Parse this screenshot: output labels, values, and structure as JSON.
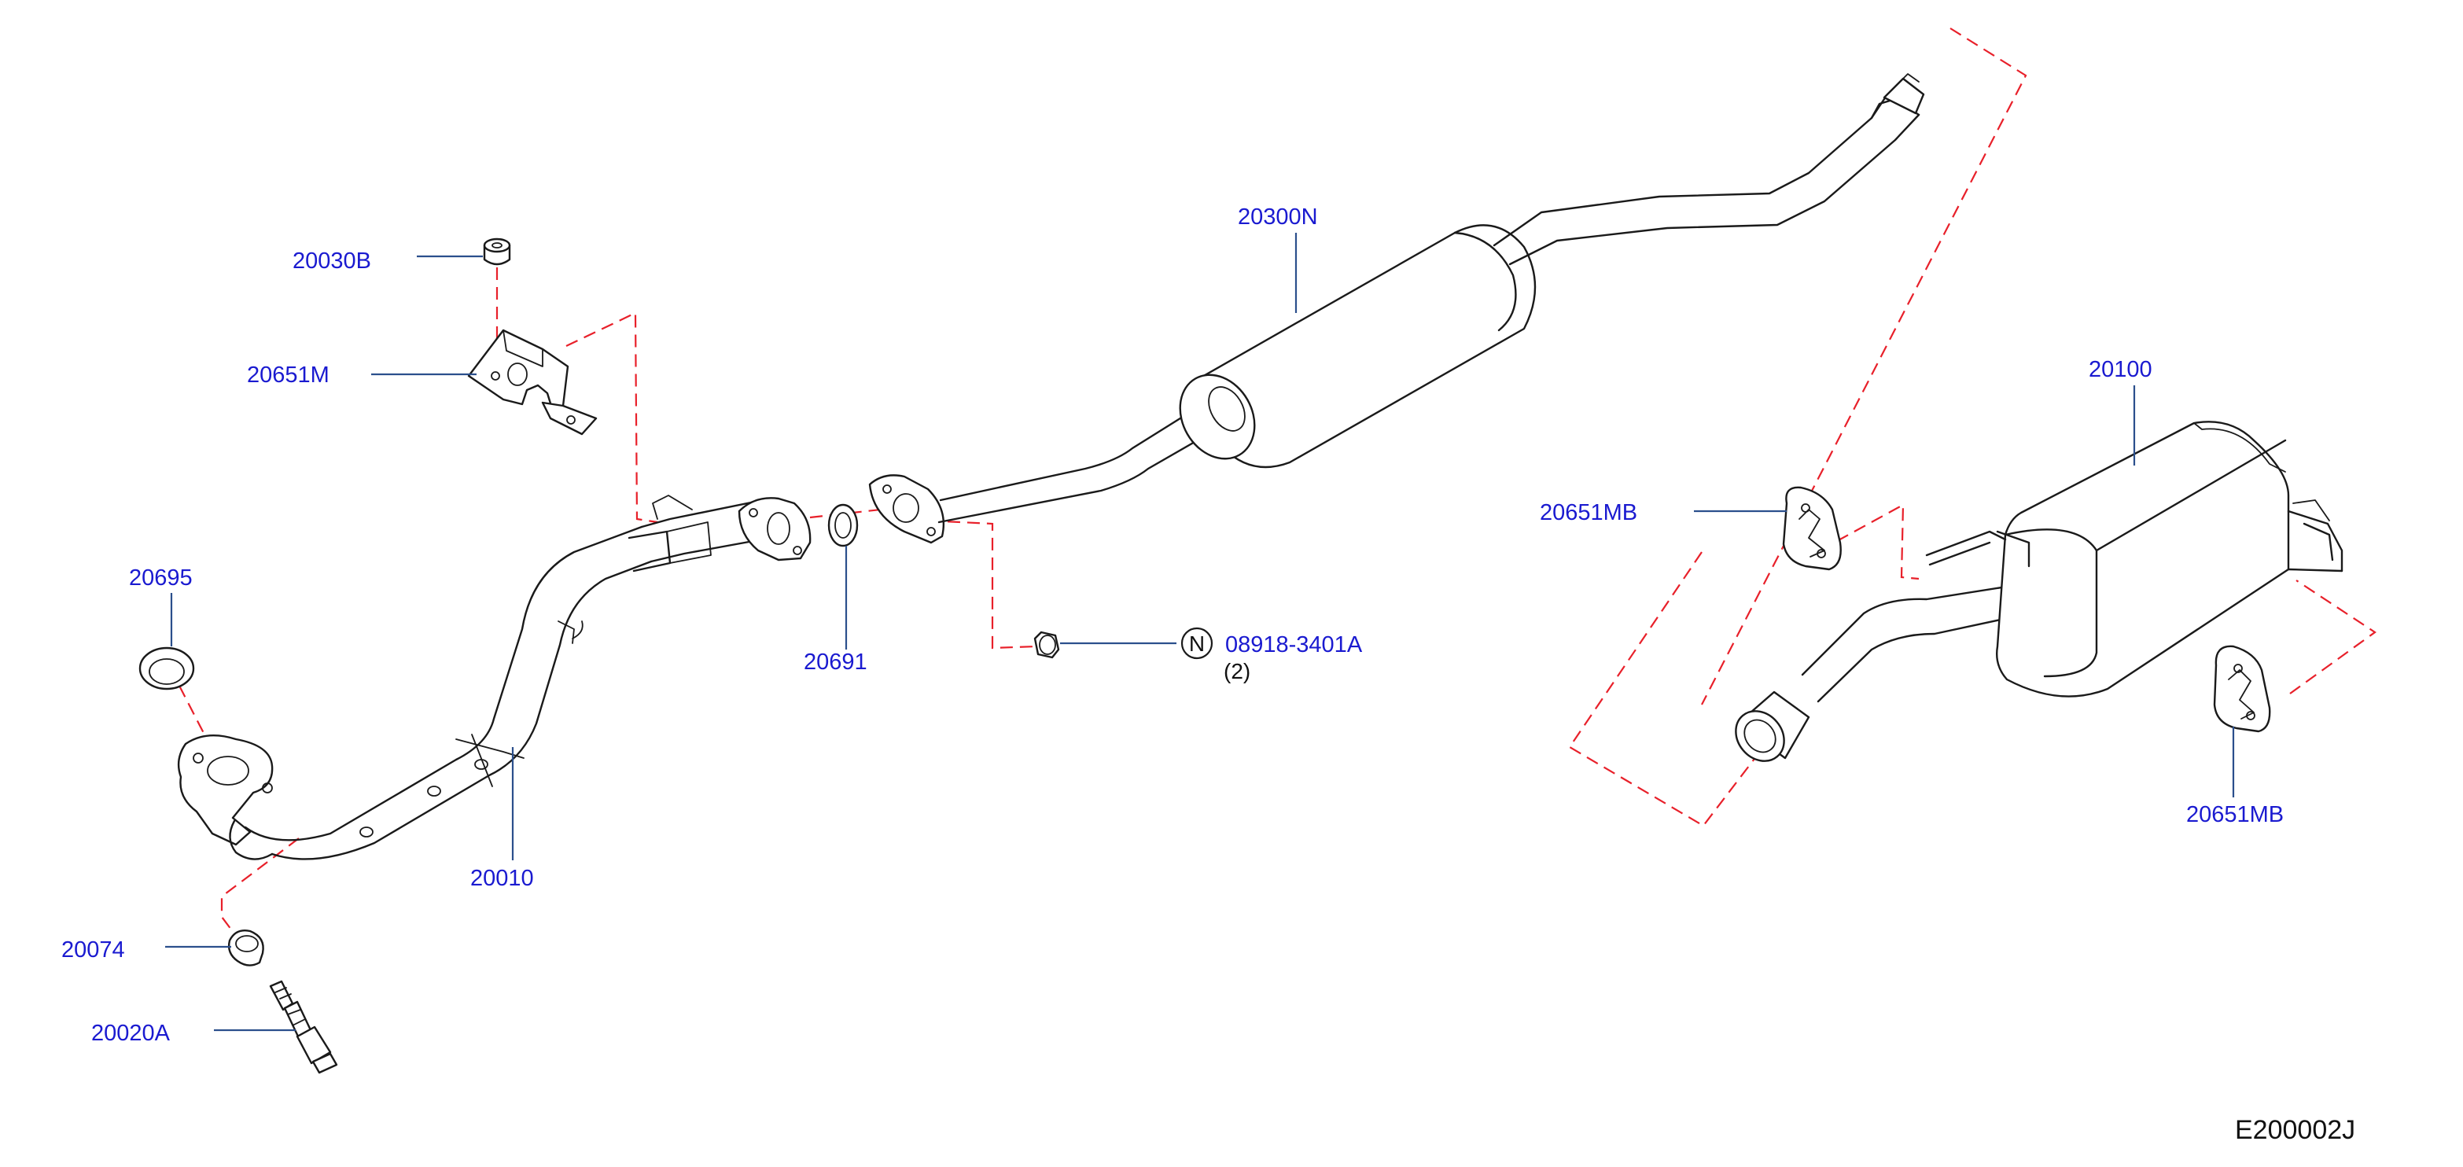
{
  "diagram": {
    "parts": {
      "p_20030B": "20030B",
      "p_20651M": "20651M",
      "p_20695": "20695",
      "p_20010": "20010",
      "p_20074": "20074",
      "p_20020A": "20020A",
      "p_20691": "20691",
      "p_20300N": "20300N",
      "p_08918": "08918-3401A",
      "p_08918_qty": "(2)",
      "p_08918_badge": "N",
      "p_20100": "20100",
      "p_20651MB_top": "20651MB",
      "p_20651MB_bottom": "20651MB"
    },
    "figure_code": "E200002J",
    "colors": {
      "callout_text": "#1a1ad0",
      "leader_line": "#2b4f8c",
      "phantom_line": "#e8202a",
      "part_outline": "#1a1a1a"
    }
  }
}
